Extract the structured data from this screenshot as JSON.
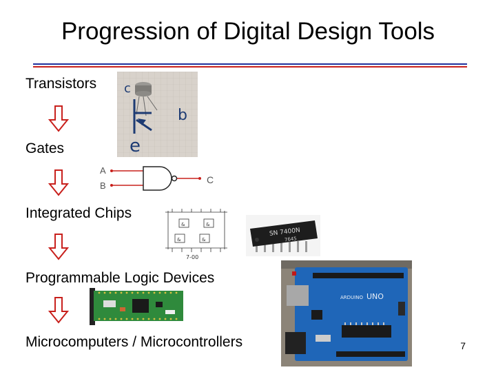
{
  "slide": {
    "title": "Progression of Digital Design Tools",
    "page_number": "7"
  },
  "steps": [
    {
      "label": "Transistors"
    },
    {
      "label": "Gates"
    },
    {
      "label": "Integrated Chips"
    },
    {
      "label": "Programmable Logic Devices"
    },
    {
      "label": "Microcomputers / Microcontrollers"
    }
  ],
  "transistor_sketch": {
    "c_label": "c",
    "b_label": "b",
    "e_label": "e"
  },
  "gate": {
    "input_a": "A",
    "input_b": "B",
    "output": "C"
  },
  "chip_diagram": {
    "bottom_label": "7-00",
    "gate_label": "&"
  },
  "chip_photo": {
    "marking_line1": "SN 7400N",
    "marking_line2": "7645"
  },
  "arduino": {
    "logo_text": "ARDUINO",
    "model": "UNO"
  }
}
